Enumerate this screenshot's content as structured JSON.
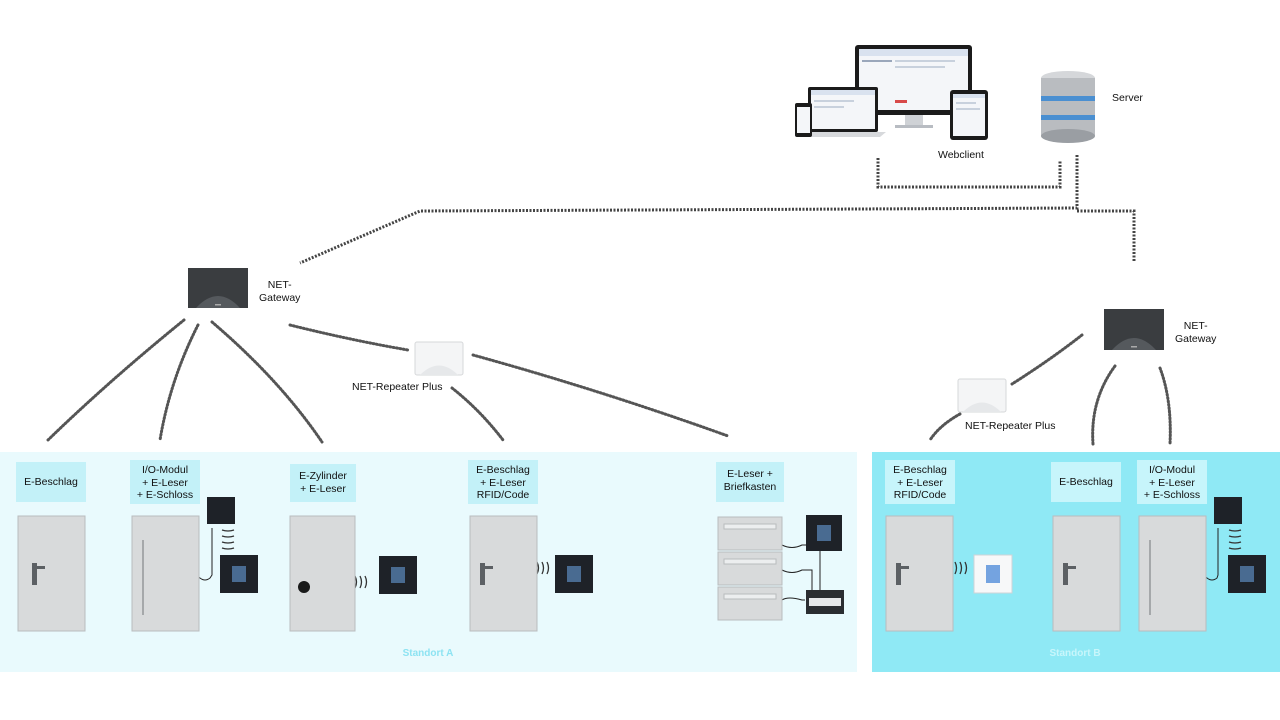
{
  "top": {
    "webclient": "Webclient",
    "server": "Server"
  },
  "gateways": [
    {
      "label_line1": "NET-",
      "label_line2": "Gateway"
    },
    {
      "label_line1": "NET-",
      "label_line2": "Gateway"
    }
  ],
  "repeaters": [
    {
      "label": "NET-Repeater Plus"
    },
    {
      "label": "NET-Repeater Plus"
    }
  ],
  "sites": [
    {
      "label": "Standort A"
    },
    {
      "label": "Standort B"
    }
  ],
  "devices_a": [
    {
      "lines": [
        "E-Beschlag"
      ]
    },
    {
      "lines": [
        "I/O-Modul",
        "+ E-Leser",
        "+ E-Schloss"
      ]
    },
    {
      "lines": [
        "E-Zylinder",
        "+ E-Leser"
      ]
    },
    {
      "lines": [
        "E-Beschlag",
        "+ E-Leser",
        "RFID/Code"
      ]
    },
    {
      "lines": [
        "E-Leser +",
        "Briefkasten"
      ]
    }
  ],
  "devices_b": [
    {
      "lines": [
        "E-Beschlag",
        "+ E-Leser",
        "RFID/Code"
      ]
    },
    {
      "lines": [
        "E-Beschlag"
      ]
    },
    {
      "lines": [
        "I/O-Modul",
        "+ E-Leser",
        "+ E-Schloss"
      ]
    }
  ],
  "colors": {
    "site_a_bg": "#e9fafd",
    "site_b_bg": "#8fe9f5",
    "label_box": "#c3f1f8",
    "door": "#d8dadb",
    "reader": "#1e2228",
    "gateway": "#3a3d40"
  }
}
